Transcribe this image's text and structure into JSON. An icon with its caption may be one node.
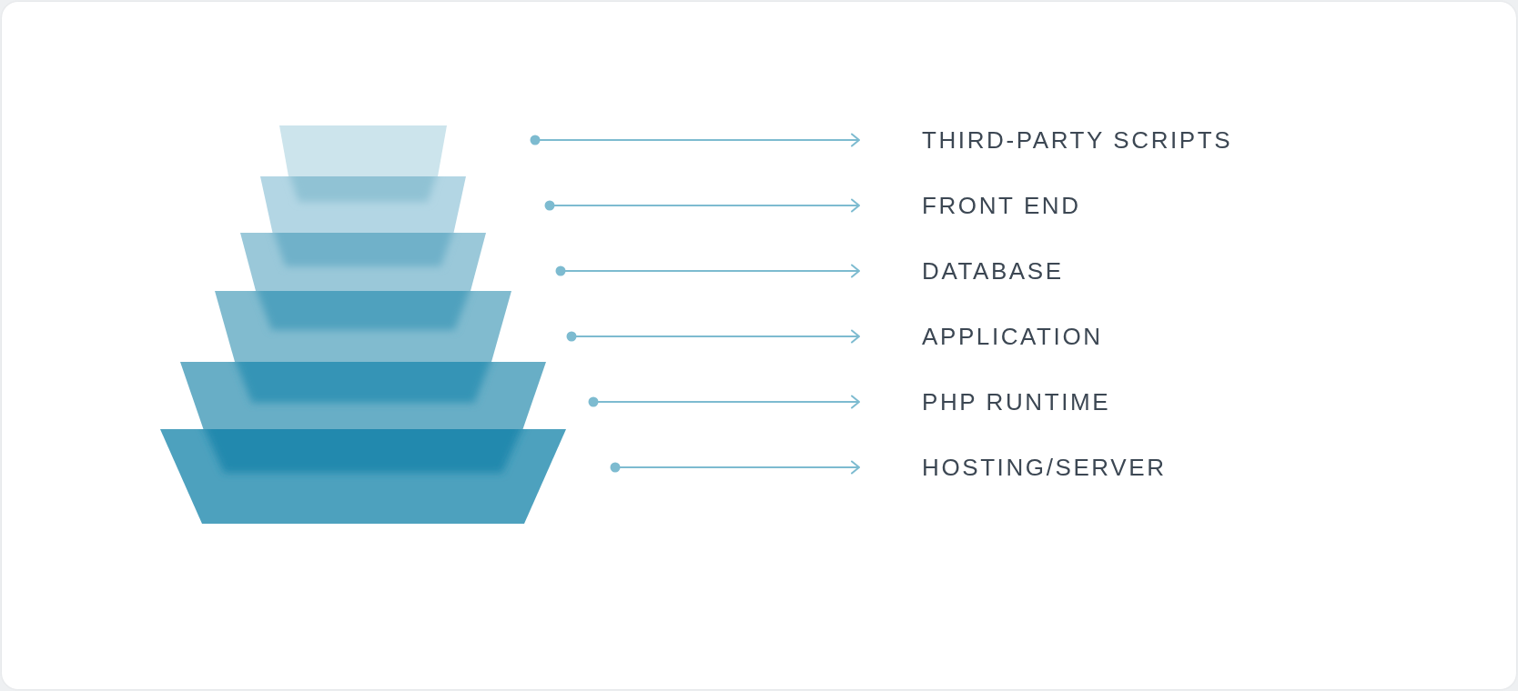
{
  "diagram": {
    "nodes": [
      {
        "text": [
          "THIRD-PARTY SCRIPTS"
        ]
      },
      {
        "text": [
          "FRONT END"
        ]
      },
      {
        "text": [
          "DATABASE"
        ]
      },
      {
        "text": [
          "APPLICATION"
        ]
      },
      {
        "text": [
          "PHP RUNTIME"
        ]
      },
      {
        "text": [
          "HOSTING/SERVER"
        ]
      }
    ],
    "edges": [
      {
        "from": null,
        "to": 0,
        "arrow": "to"
      },
      {
        "from": null,
        "to": 1,
        "arrow": "to"
      },
      {
        "from": null,
        "to": 2,
        "arrow": "to"
      },
      {
        "from": null,
        "to": 3,
        "arrow": "to"
      },
      {
        "from": null,
        "to": 4,
        "arrow": "to"
      },
      {
        "from": null,
        "to": 5,
        "arrow": "to"
      }
    ]
  }
}
